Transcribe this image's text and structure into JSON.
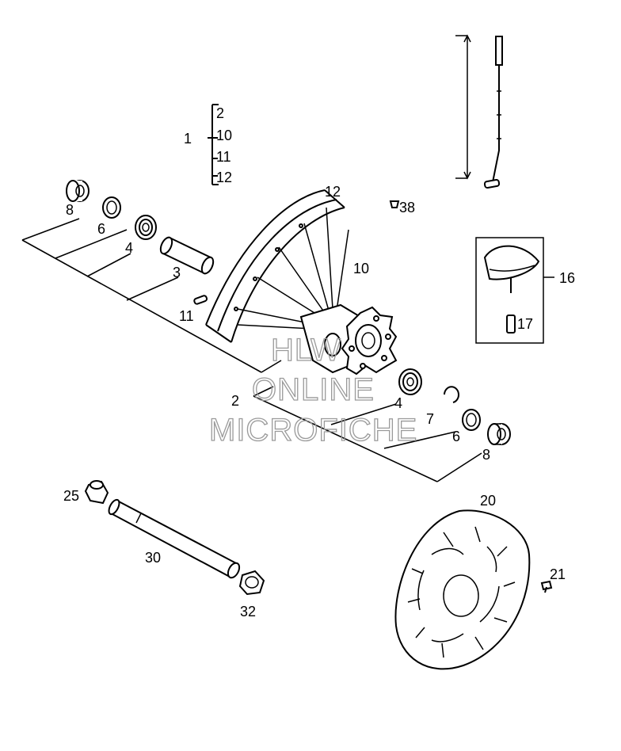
{
  "labels": {
    "bracket_main": "1",
    "bracket_items": [
      "2",
      "10",
      "11",
      "12"
    ],
    "p8a": "8",
    "p6a": "6",
    "p4a": "4",
    "p3": "3",
    "p11": "11",
    "p12": "12",
    "p10": "10",
    "p38": "38",
    "p16": "16",
    "p17": "17",
    "p2": "2",
    "p4b": "4",
    "p7": "7",
    "p6b": "6",
    "p8b": "8",
    "p25": "25",
    "p30": "30",
    "p32": "32",
    "p20": "20",
    "p21": "21"
  },
  "watermark": {
    "line1": "HLW",
    "line2": "ONLINE",
    "line3": "MICROFICHE"
  }
}
